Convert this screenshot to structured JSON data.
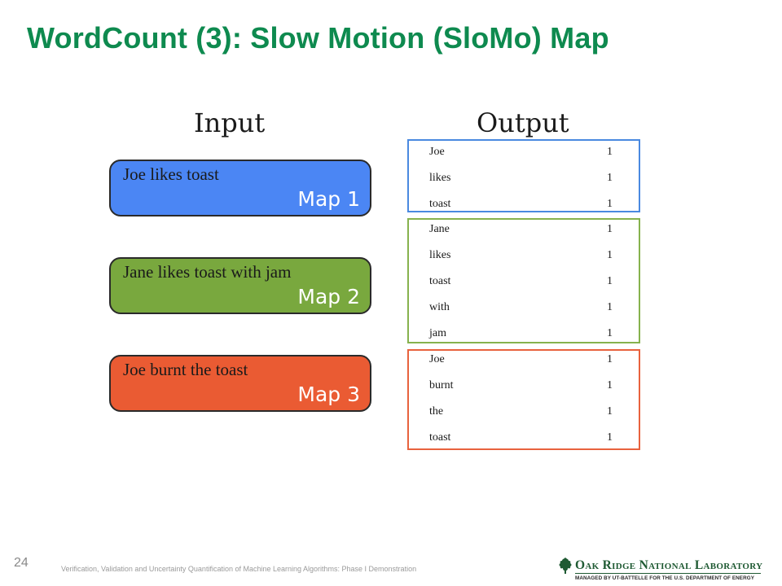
{
  "slide": {
    "title": "WordCount (3): Slow Motion (SloMo) Map",
    "page_number": "24",
    "footer": "Verification, Validation and Uncertainty Quantification of Machine Learning Algorithms: Phase I Demonstration"
  },
  "diagram": {
    "input_header": "Input",
    "output_header": "Output",
    "inputs": [
      {
        "text": "Joe likes toast",
        "map_label": "Map 1",
        "color": "#4b86f4"
      },
      {
        "text": "Jane likes toast with jam",
        "map_label": "Map 2",
        "color": "#79a83e"
      },
      {
        "text": "Joe burnt the toast",
        "map_label": "Map 3",
        "color": "#ea5b33"
      }
    ],
    "outputs": [
      {
        "border_color": "#4a89e0",
        "rows": [
          {
            "word": "Joe",
            "count": "1"
          },
          {
            "word": "likes",
            "count": "1"
          },
          {
            "word": "toast",
            "count": "1"
          }
        ]
      },
      {
        "border_color": "#86b24e",
        "rows": [
          {
            "word": "Jane",
            "count": "1"
          },
          {
            "word": "likes",
            "count": "1"
          },
          {
            "word": "toast",
            "count": "1"
          },
          {
            "word": "with",
            "count": "1"
          },
          {
            "word": "jam",
            "count": "1"
          }
        ]
      },
      {
        "border_color": "#e8623d",
        "rows": [
          {
            "word": "Joe",
            "count": "1"
          },
          {
            "word": "burnt",
            "count": "1"
          },
          {
            "word": "the",
            "count": "1"
          },
          {
            "word": "toast",
            "count": "1"
          }
        ]
      }
    ]
  },
  "logo": {
    "name": "Oak Ridge National Laboratory",
    "tagline": "MANAGED BY UT-BATTELLE FOR THE U.S. DEPARTMENT OF ENERGY",
    "icon": "oak-leaf-icon",
    "color": "#1f5a33"
  }
}
